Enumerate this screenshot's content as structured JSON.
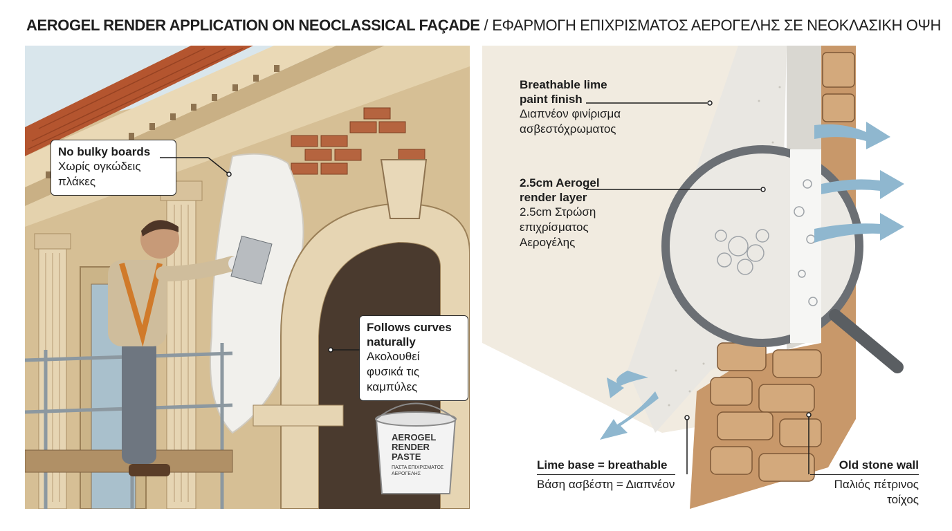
{
  "header": {
    "title_en": "AEROGEL RENDER APPLICATION ON NEOCLASSICAL FAÇADE",
    "separator": "/",
    "title_gr": "ΕΦΑΡΜΟΓΗ ΕΠΙΧΡΙΣΜΑΤΟΣ ΑΕΡΟΓΕΛΗΣ ΣΕ ΝΕΟΚΛΑΣΙΚΗ ΟΨΗ"
  },
  "left_panel": {
    "callouts": {
      "no_bulky": {
        "en": "No bulky boards",
        "gr_line1": "Χωρίς ογκώδεις",
        "gr_line2": "πλάκες"
      },
      "follows_curves": {
        "en_line1": "Follows curves",
        "en_line2": "naturally",
        "gr_line1": "Ακολουθεί",
        "gr_line2": "φυσικά τις",
        "gr_line3": "καμπύλες"
      }
    },
    "bucket": {
      "line1": "AEROGEL",
      "line2": "RENDER",
      "line3": "PASTE",
      "line4": "ΠΑΣΤΑ ΕΠΙΧΡΙΣΜΑΤΟΣ",
      "line5": "ΑΕΡΟΓΕΛΗΣ"
    }
  },
  "right_panel": {
    "callouts": {
      "paint_finish": {
        "en_line1": "Breathable lime",
        "en_line2": "paint finish",
        "gr_line1": "Διαπνέον φινίρισμα",
        "gr_line2": "ασβεστόχρωματος"
      },
      "aerogel_layer": {
        "en_line1": "2.5cm Aerogel",
        "en_line2": "render layer",
        "gr_line1": "2.5cm Στρώση",
        "gr_line2": "επιχρίσματος",
        "gr_line3": "Αερογέλης"
      },
      "lime_base": {
        "en": "Lime base = breathable",
        "gr": "Βάση ασβέστη = Διαπνέον"
      },
      "stone_wall": {
        "en": "Old stone wall",
        "gr_line1": "Παλιός πέτρινος",
        "gr_line2": "τοίχος"
      }
    }
  },
  "colors": {
    "sky": "#d9e6ec",
    "stucco": "#d8c29a",
    "brick": "#b5643f",
    "aerogel": "#e9e7e2",
    "wall_beige": "#f1ebe0",
    "arrow_blue": "#8fb7cf",
    "ink": "#1c1c1c"
  }
}
